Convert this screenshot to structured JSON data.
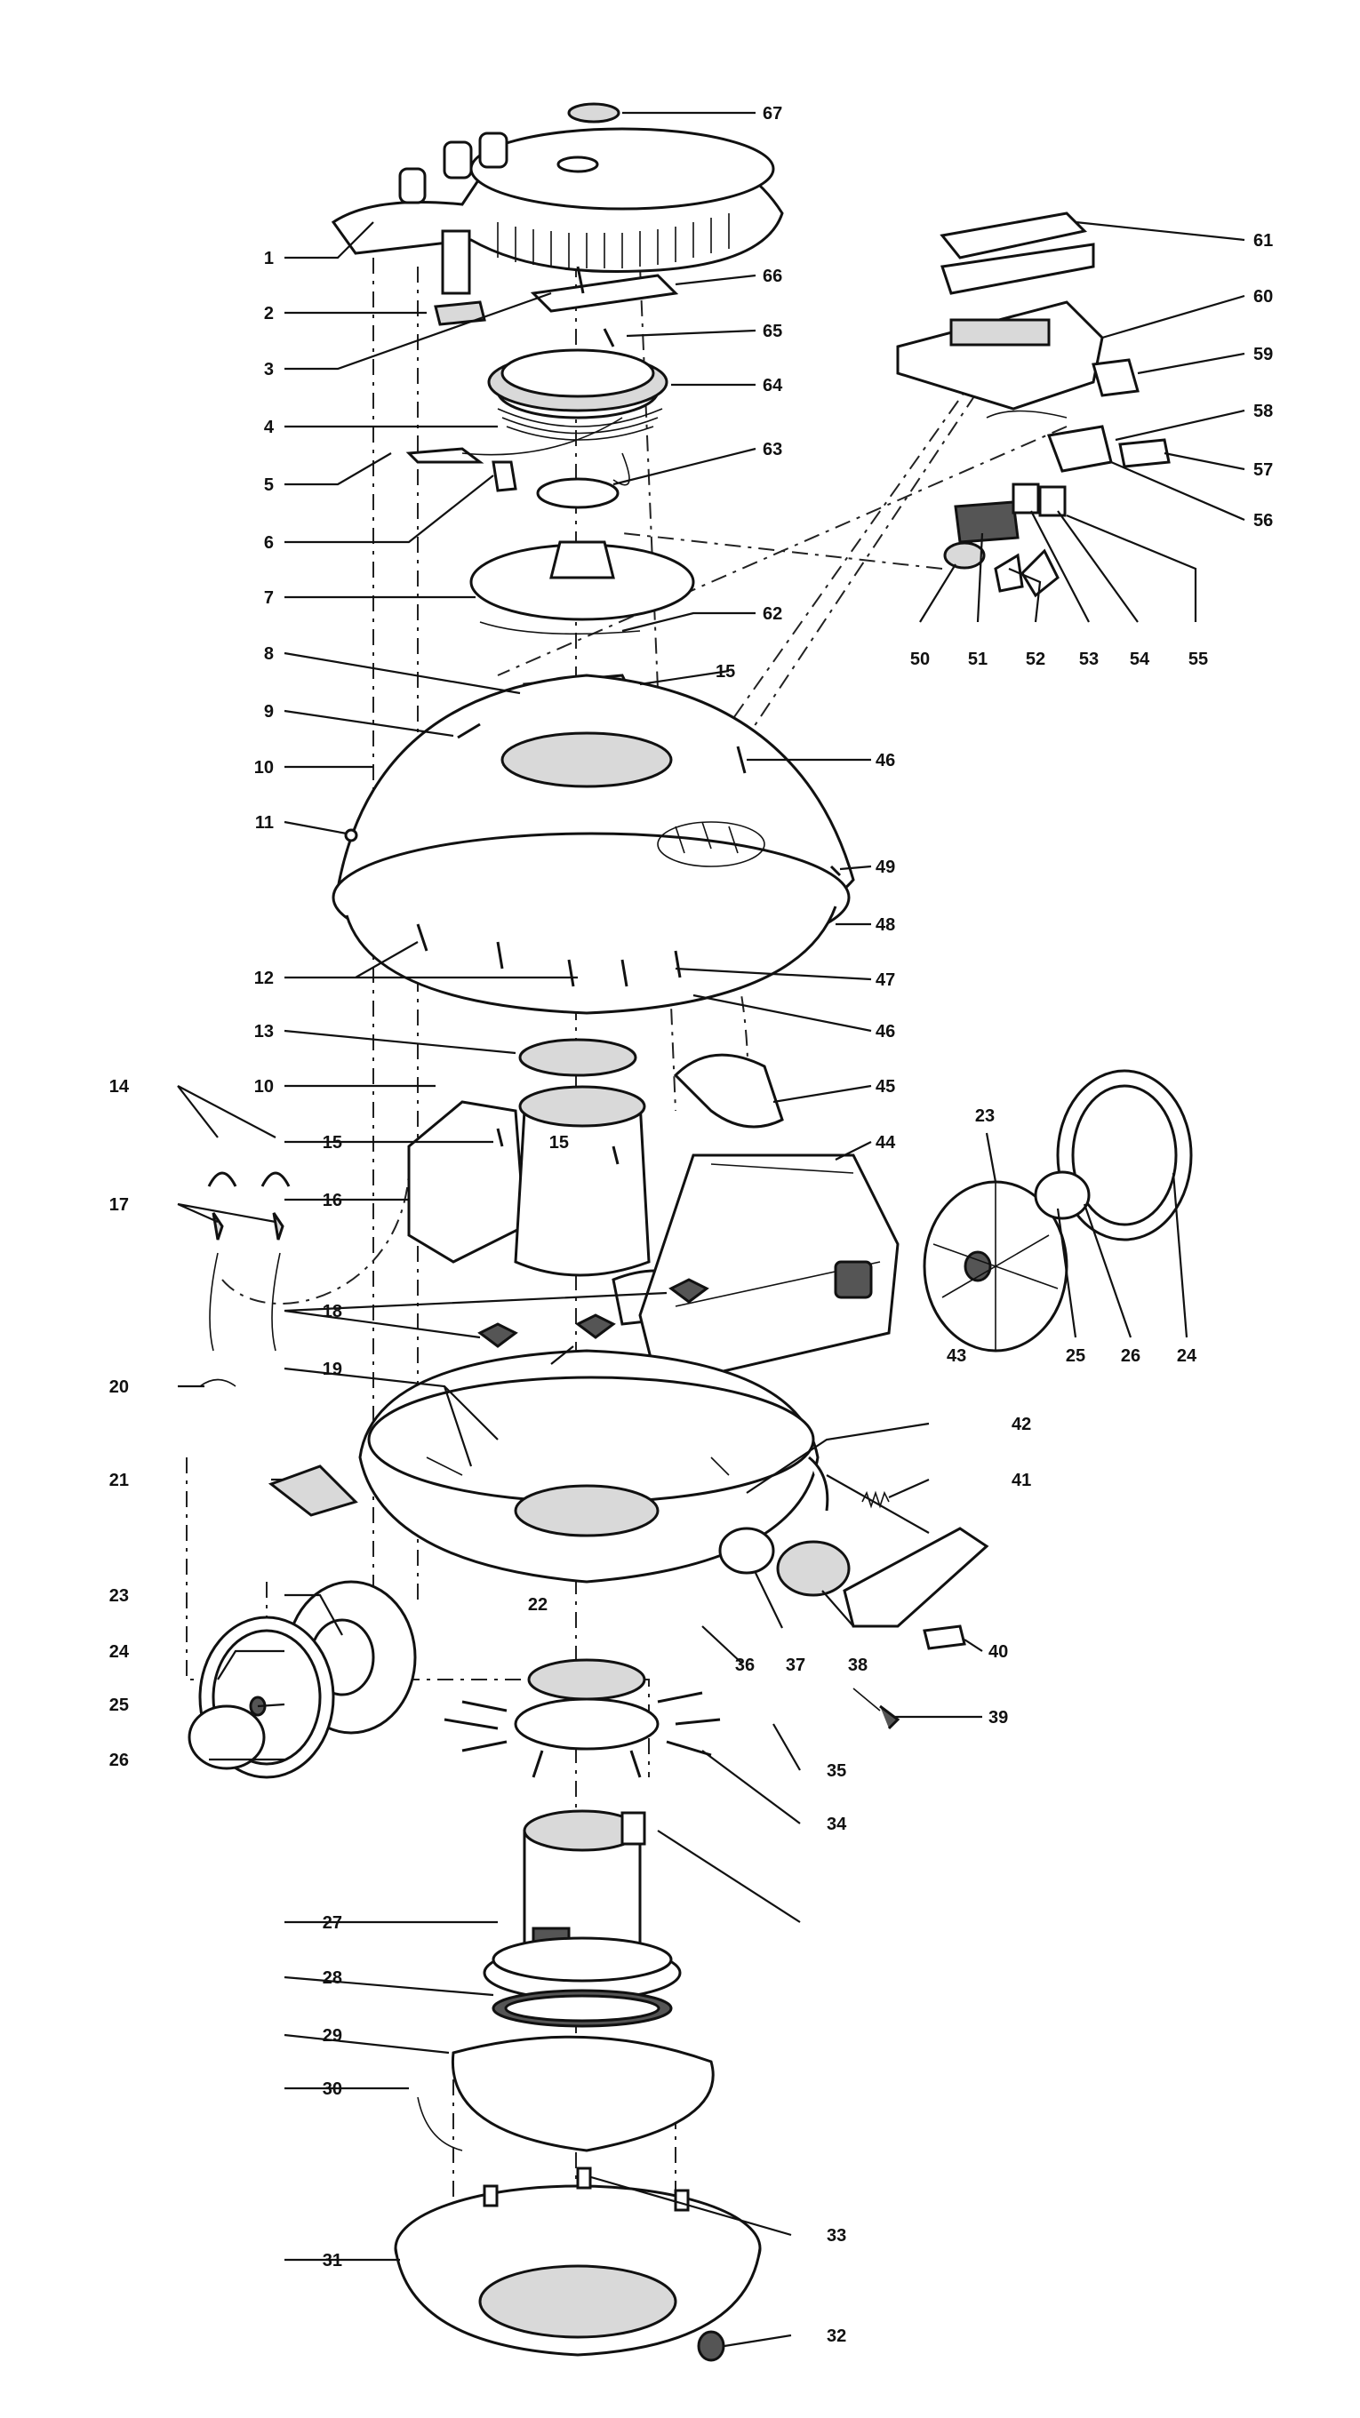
{
  "labels": [
    {
      "id": "1",
      "n": "1"
    },
    {
      "id": "2",
      "n": "2"
    },
    {
      "id": "3",
      "n": "3"
    },
    {
      "id": "4",
      "n": "4"
    },
    {
      "id": "5",
      "n": "5"
    },
    {
      "id": "6",
      "n": "6"
    },
    {
      "id": "7",
      "n": "7"
    },
    {
      "id": "8",
      "n": "8"
    },
    {
      "id": "9",
      "n": "9"
    },
    {
      "id": "10a",
      "n": "10"
    },
    {
      "id": "11",
      "n": "11"
    },
    {
      "id": "12",
      "n": "12"
    },
    {
      "id": "13",
      "n": "13"
    },
    {
      "id": "10b",
      "n": "10"
    },
    {
      "id": "14",
      "n": "14"
    },
    {
      "id": "15a",
      "n": "15"
    },
    {
      "id": "16",
      "n": "16"
    },
    {
      "id": "17",
      "n": "17"
    },
    {
      "id": "15b",
      "n": "15"
    },
    {
      "id": "18",
      "n": "18"
    },
    {
      "id": "19",
      "n": "19"
    },
    {
      "id": "20",
      "n": "20"
    },
    {
      "id": "21",
      "n": "21"
    },
    {
      "id": "22",
      "n": "22"
    },
    {
      "id": "23a",
      "n": "23"
    },
    {
      "id": "24a",
      "n": "24"
    },
    {
      "id": "25a",
      "n": "25"
    },
    {
      "id": "26a",
      "n": "26"
    },
    {
      "id": "27",
      "n": "27"
    },
    {
      "id": "28",
      "n": "28"
    },
    {
      "id": "29",
      "n": "29"
    },
    {
      "id": "30",
      "n": "30"
    },
    {
      "id": "31",
      "n": "31"
    },
    {
      "id": "32",
      "n": "32"
    },
    {
      "id": "33",
      "n": "33"
    },
    {
      "id": "34",
      "n": "34"
    },
    {
      "id": "35",
      "n": "35"
    },
    {
      "id": "36",
      "n": "36"
    },
    {
      "id": "37",
      "n": "37"
    },
    {
      "id": "38",
      "n": "38"
    },
    {
      "id": "39",
      "n": "39"
    },
    {
      "id": "40",
      "n": "40"
    },
    {
      "id": "41",
      "n": "41"
    },
    {
      "id": "42",
      "n": "42"
    },
    {
      "id": "43",
      "n": "43"
    },
    {
      "id": "44",
      "n": "44"
    },
    {
      "id": "45",
      "n": "45"
    },
    {
      "id": "46a",
      "n": "46"
    },
    {
      "id": "47",
      "n": "47"
    },
    {
      "id": "48",
      "n": "48"
    },
    {
      "id": "49",
      "n": "49"
    },
    {
      "id": "46b",
      "n": "46"
    },
    {
      "id": "15c",
      "n": "15"
    },
    {
      "id": "50",
      "n": "50"
    },
    {
      "id": "51",
      "n": "51"
    },
    {
      "id": "52",
      "n": "52"
    },
    {
      "id": "53",
      "n": "53"
    },
    {
      "id": "54",
      "n": "54"
    },
    {
      "id": "55",
      "n": "55"
    },
    {
      "id": "56",
      "n": "56"
    },
    {
      "id": "57",
      "n": "57"
    },
    {
      "id": "58",
      "n": "58"
    },
    {
      "id": "59",
      "n": "59"
    },
    {
      "id": "60",
      "n": "60"
    },
    {
      "id": "61",
      "n": "61"
    },
    {
      "id": "62",
      "n": "62"
    },
    {
      "id": "63",
      "n": "63"
    },
    {
      "id": "64",
      "n": "64"
    },
    {
      "id": "65",
      "n": "65"
    },
    {
      "id": "66",
      "n": "66"
    },
    {
      "id": "67",
      "n": "67"
    },
    {
      "id": "23b",
      "n": "23"
    },
    {
      "id": "24b",
      "n": "24"
    },
    {
      "id": "25b",
      "n": "25"
    },
    {
      "id": "26b",
      "n": "26"
    }
  ]
}
